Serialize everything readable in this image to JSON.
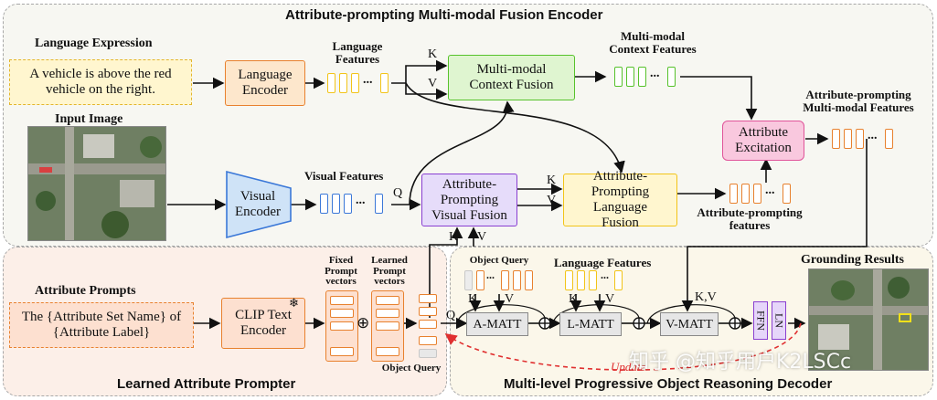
{
  "titles": {
    "encoder": "Attribute-prompting Multi-modal Fusion Encoder",
    "prompter": "Learned Attribute Prompter",
    "decoder": "Multi-level Progressive Object Reasoning Decoder"
  },
  "encoder": {
    "language_expression_title": "Language Expression",
    "language_expression_text": "A vehicle is above the red vehicle on the right.",
    "language_encoder": "Language Encoder",
    "language_features": "Language Features",
    "mm_context_fusion": "Multi-modal Context Fusion",
    "mm_context_features": "Multi-modal Context Features",
    "attribute_excitation": "Attribute Excitation",
    "ap_mm_features": "Attribute-prompting Multi-modal Features",
    "input_image": "Input Image",
    "visual_encoder": "Visual Encoder",
    "visual_features": "Visual Features",
    "ap_visual_fusion": "Attribute-Prompting Visual Fusion",
    "ap_language_fusion": "Attribute-Prompting Language Fusion",
    "ap_features": "Attribute-prompting features",
    "k": "K",
    "v": "V",
    "q": "Q"
  },
  "prompter": {
    "attribute_prompts_title": "Attribute Prompts",
    "attribute_prompts_text": "The {Attribute Set Name} of {Attribute Label}",
    "clip_text_encoder": "CLIP Text Encoder",
    "fixed_prompt_vectors": "Fixed Prompt vectors",
    "learned_prompt_vectors": "Learned Prompt vectors",
    "object_query": "Object Query",
    "oplus": "⊕",
    "snowflake": "❄"
  },
  "decoder": {
    "grounding_results": "Grounding Results",
    "object_query": "Object Query",
    "language_features": "Language Features",
    "a_matt": "A-MATT",
    "l_matt": "L-MATT",
    "v_matt": "V-MATT",
    "ffn": "FFN",
    "ln": "LN",
    "kv": "K,V",
    "update": "Update",
    "watermark": "知乎 @知乎用户K2LSCc",
    "dots": "..."
  },
  "colors": {
    "orange": "#e8812e",
    "yellow": "#f2c418",
    "green": "#57c22c",
    "blue": "#3b78d8",
    "purple": "#8a3fd1",
    "pink": "#e0559a",
    "red_dashed": "#e03030",
    "gray": "#9a9a9a"
  }
}
